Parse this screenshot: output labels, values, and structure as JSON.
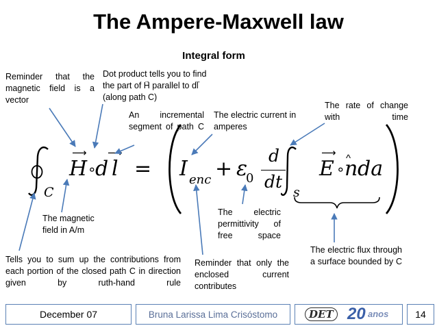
{
  "slide": {
    "title": "The Ampere-Maxwell law",
    "subtitle": "Integral form"
  },
  "annotations": {
    "vector_reminder": "Reminder that the magnetic field is a vector",
    "dot_product_1": "Dot product tells you to find",
    "dot_product_2a": "the part of",
    "dot_product_h": "H",
    "dot_product_2b": "parallel to",
    "dot_product_dl": "dl",
    "dot_product_3": "(along path C)",
    "incremental_segment": "An incremental segment of path C",
    "electric_current": "The electric current in amperes",
    "rate_of_change": "The rate of change with time",
    "magnetic_field_units": "The magnetic field in A/m",
    "permittivity": "The electric permittivity of free space",
    "enclosed_current": "Reminder that only the enclosed current contributes",
    "electric_flux": "The electric flux through a surface bounded by C",
    "sum_contributions": "Tells you to sum up the contributions from each portion of the closed path C in direction given by ruth-hand rule"
  },
  "equation": {
    "contour_sub": "C",
    "h": "H",
    "dot": "∘",
    "d": "d",
    "l": "l",
    "equals": "=",
    "i": "I",
    "enc": "enc",
    "plus": "+",
    "epsilon": "ε",
    "zero": "0",
    "frac_num": "d",
    "frac_den": "dt",
    "surface_sub": "s",
    "e": "E",
    "n": "n",
    "da": "da"
  },
  "footer": {
    "date": "December 07",
    "author": "Bruna Larissa Lima Crisóstomo",
    "logo_text_1": "DET",
    "logo_text_2": "20",
    "logo_text_3": "anos",
    "page_number": "14"
  },
  "colors": {
    "arrow": "#4a7ab8",
    "footer_border": "#5a80b4",
    "author_text": "#5a6f98"
  }
}
